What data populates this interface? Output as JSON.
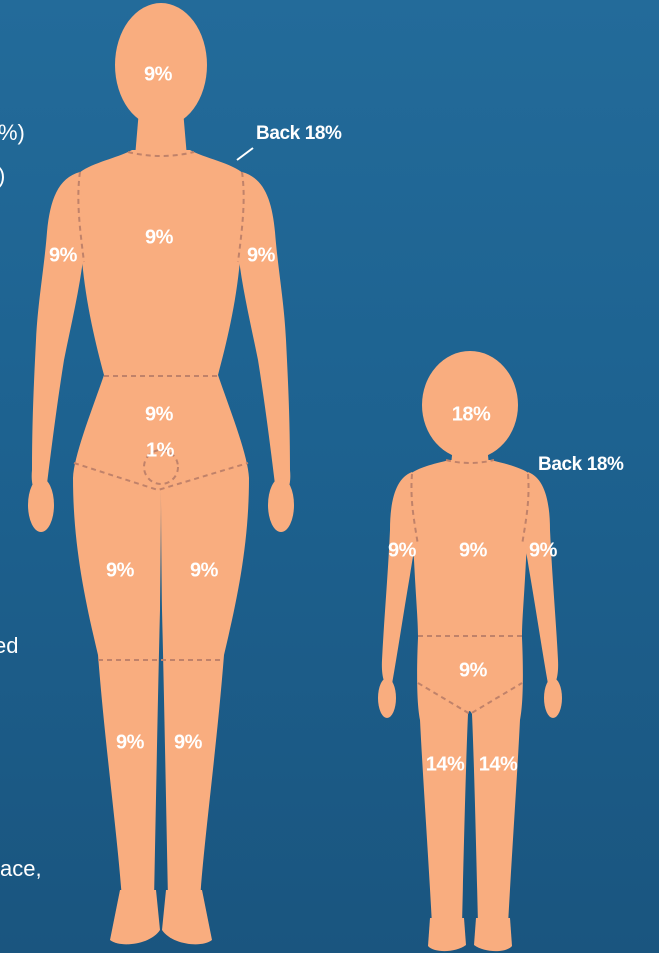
{
  "colors": {
    "background_top": "#236b9a",
    "background_bottom": "#1a557f",
    "skin": "#f9ad7f",
    "dash": "#c0826a",
    "text": "#ffffff"
  },
  "left_text_fragments": [
    "%)",
    ")",
    "ed",
    "ace,"
  ],
  "adult": {
    "back_label": "Back 18%",
    "head": "9%",
    "chest": "9%",
    "left_arm": "9%",
    "right_arm": "9%",
    "abdomen": "9%",
    "groin": "1%",
    "left_thigh": "9%",
    "right_thigh": "9%",
    "left_lower_leg": "9%",
    "right_lower_leg": "9%"
  },
  "child": {
    "back_label": "Back 18%",
    "head": "18%",
    "chest": "9%",
    "left_arm": "9%",
    "right_arm": "9%",
    "abdomen": "9%",
    "left_leg": "14%",
    "right_leg": "14%"
  }
}
